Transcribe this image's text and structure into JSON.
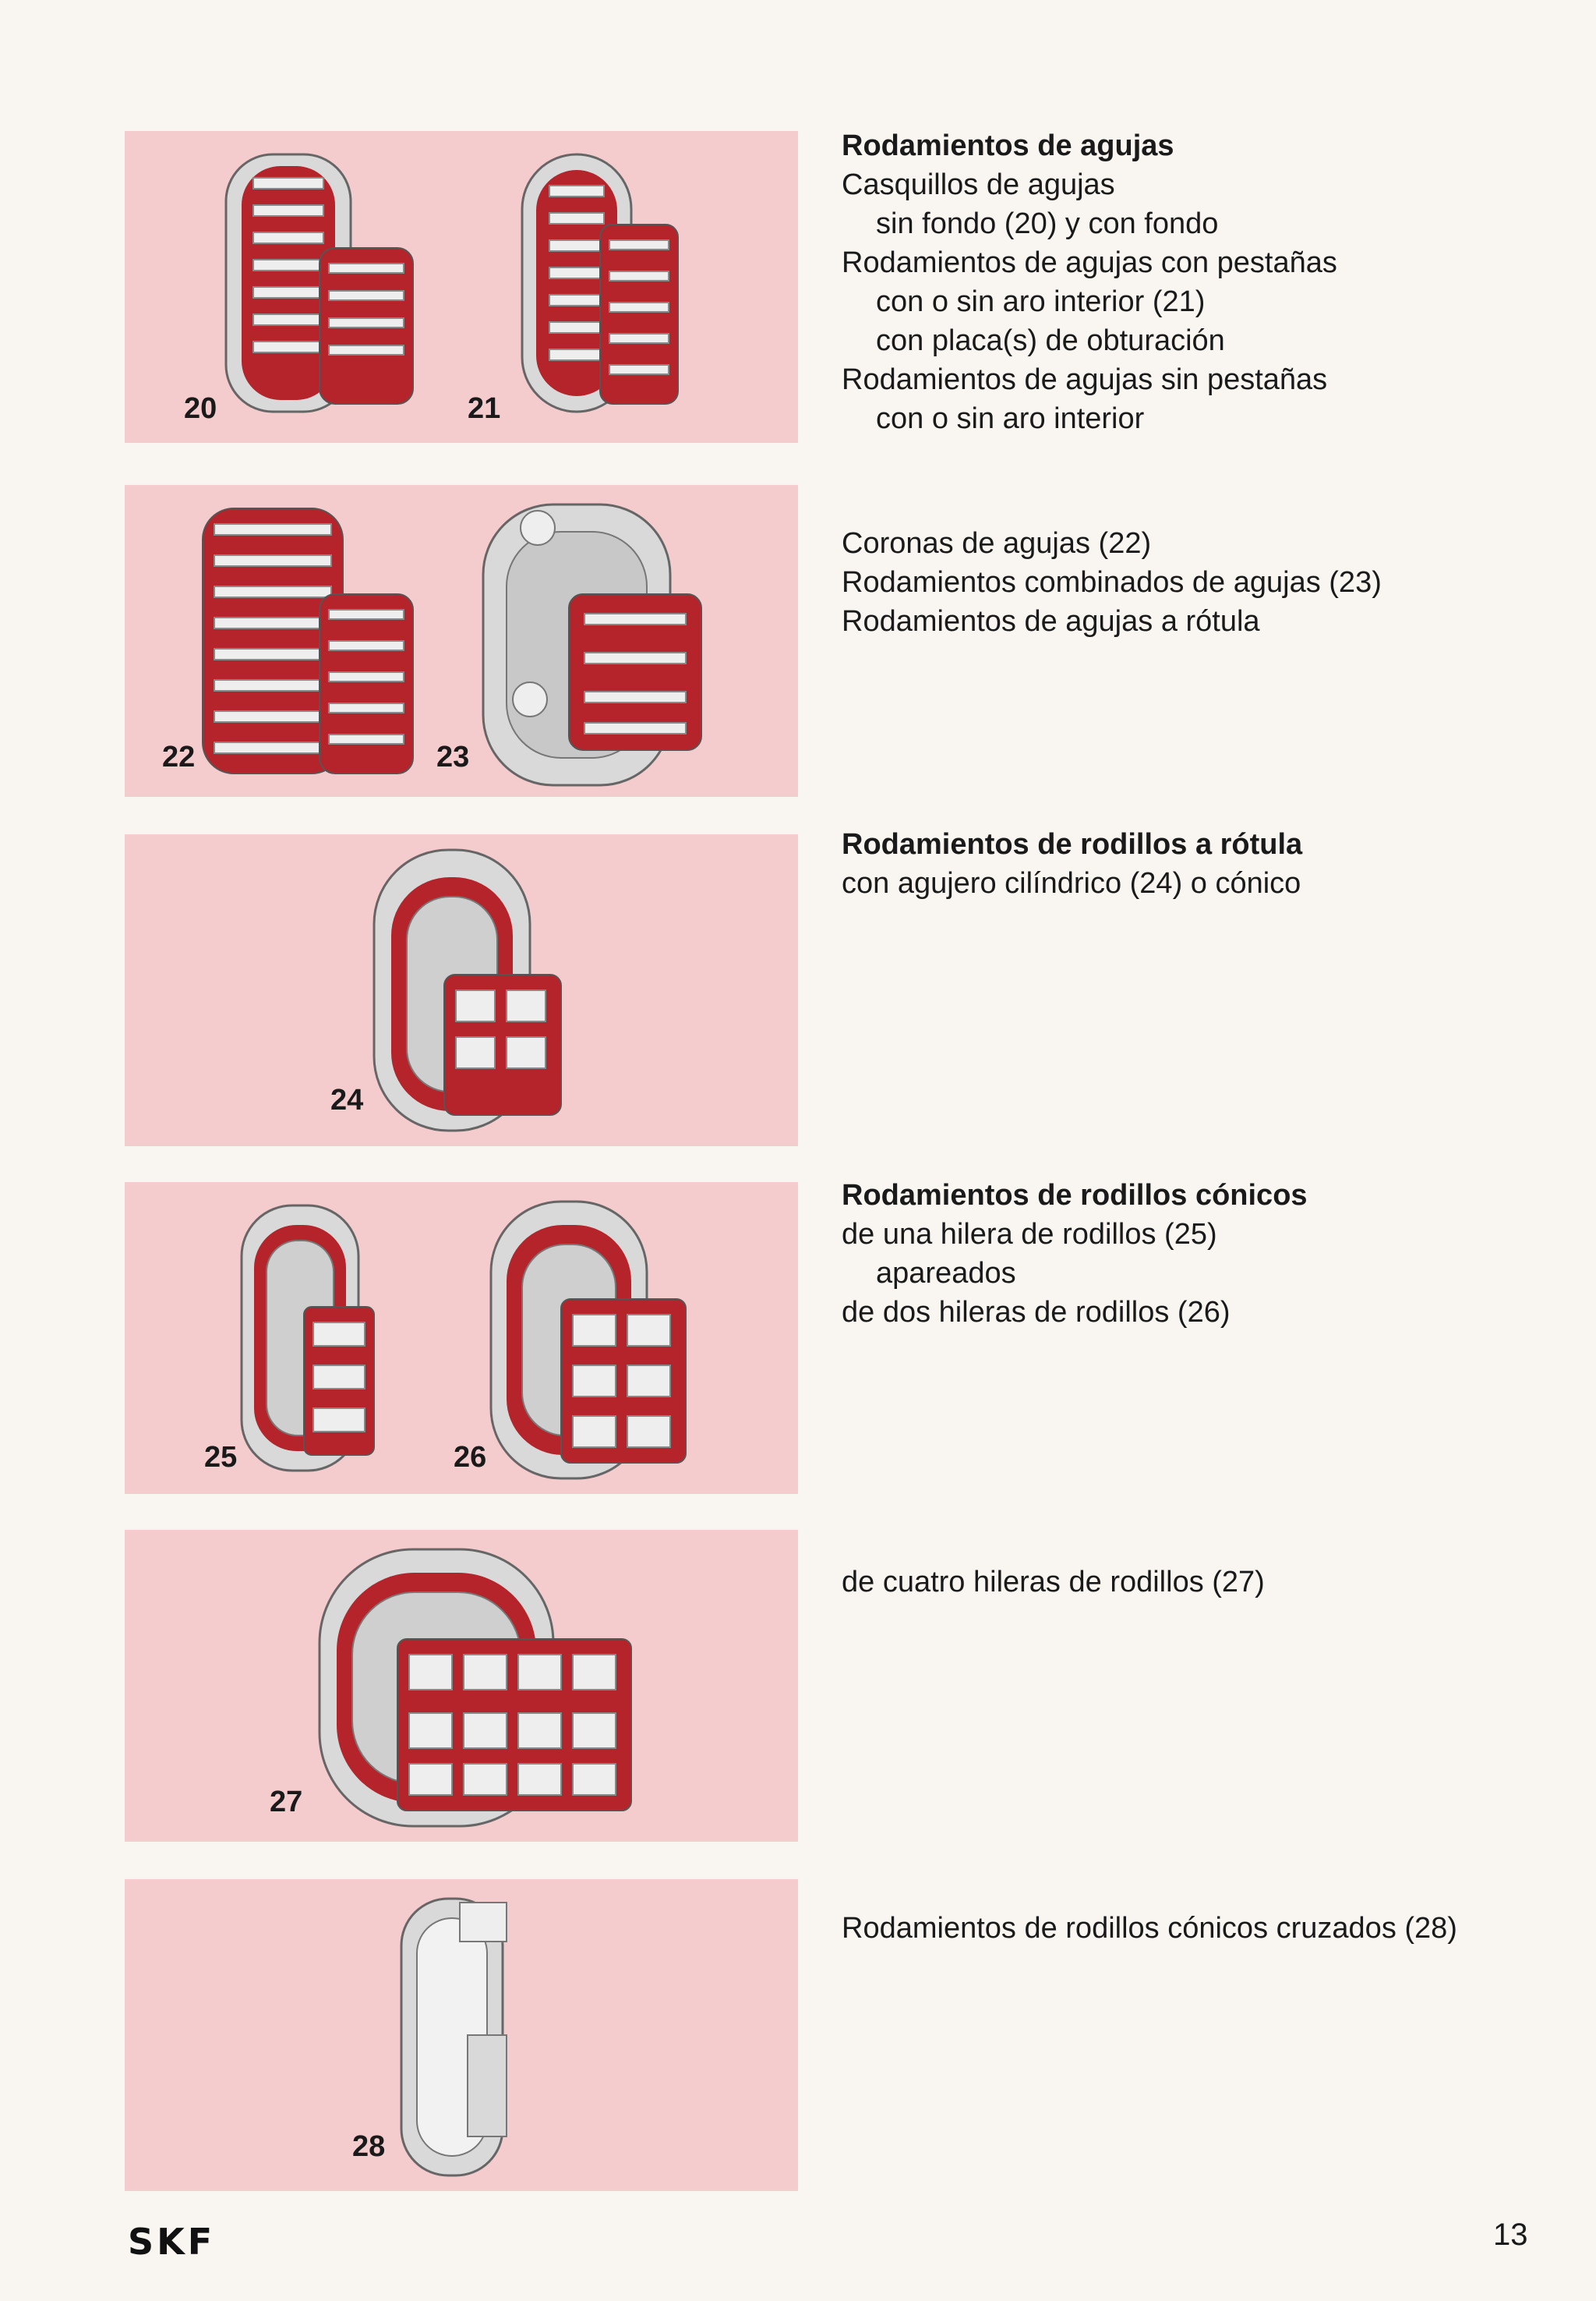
{
  "sections": [
    {
      "title": "Rodamientos de agujas",
      "lines": [
        {
          "text": "Casquillos de agujas",
          "indent": 0
        },
        {
          "text": "sin fondo (20) y con fondo",
          "indent": 1
        },
        {
          "text": "Rodamientos de agujas con pestañas",
          "indent": 0
        },
        {
          "text": "con o sin aro interior (21)",
          "indent": 1
        },
        {
          "text": "con placa(s) de obturación",
          "indent": 1
        },
        {
          "text": "Rodamientos de agujas sin pestañas",
          "indent": 0
        },
        {
          "text": "con o sin aro interior",
          "indent": 1
        }
      ]
    },
    {
      "title": "",
      "lines": [
        {
          "text": "Coronas de agujas (22)",
          "indent": 0
        },
        {
          "text": "Rodamientos combinados de agujas (23)",
          "indent": 0
        },
        {
          "text": "Rodamientos de agujas a rótula",
          "indent": 0
        }
      ]
    },
    {
      "title": "Rodamientos de rodillos a rótula",
      "lines": [
        {
          "text": "con agujero cilíndrico (24) o cónico",
          "indent": 0
        }
      ]
    },
    {
      "title": "Rodamientos de rodillos cónicos",
      "lines": [
        {
          "text": "de una hilera de rodillos (25)",
          "indent": 0
        },
        {
          "text": "apareados",
          "indent": 1
        },
        {
          "text": "de dos hileras de rodillos (26)",
          "indent": 0
        }
      ]
    },
    {
      "title": "",
      "lines": [
        {
          "text": "de cuatro hileras de rodillos (27)",
          "indent": 0
        }
      ]
    },
    {
      "title": "",
      "lines": [
        {
          "text": "Rodamientos de rodillos cónicos cruzados (28)",
          "indent": 0
        }
      ]
    }
  ],
  "figures": [
    {
      "labels": [
        "20",
        "21"
      ]
    },
    {
      "labels": [
        "22",
        "23"
      ]
    },
    {
      "labels": [
        "24"
      ]
    },
    {
      "labels": [
        "25",
        "26"
      ]
    },
    {
      "labels": [
        "27"
      ]
    },
    {
      "labels": [
        "28"
      ]
    }
  ],
  "footer": {
    "logo": "SKF",
    "page_number": "13"
  },
  "colors": {
    "panel": "#f5cccd",
    "bearing_red": "#b5242a",
    "steel": "#d9d9d9"
  }
}
